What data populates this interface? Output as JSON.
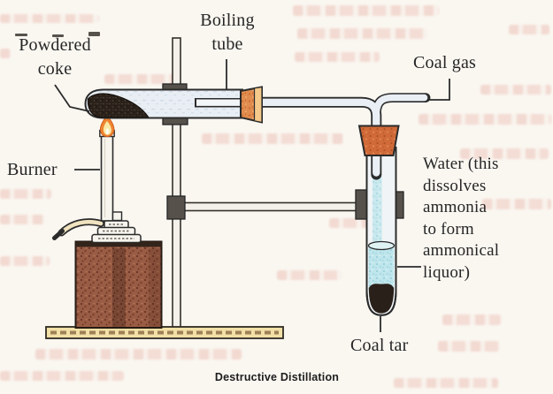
{
  "figure": {
    "caption": "Destructive Distillation"
  },
  "labels": {
    "powdered_coke": "Powdered\ncoke",
    "boiling_tube": "Boiling\ntube",
    "coal_gas": "Coal gas",
    "burner": "Burner",
    "water_note": "Water (this\ndissolves\nammonia\nto form\nammonical\nliquor)",
    "coal_tar": "Coal tar"
  },
  "colors": {
    "ink": "#2b2b2b",
    "paper": "#faf7f1",
    "bleedthrough_pink": "#dd8a7c",
    "cork": "#e18b4e",
    "cork_highlight": "#f4c98a",
    "stopper": "#d06a38",
    "flame_outer": "#ef8532",
    "flame_inner": "#f9e9a6",
    "coke": "#2a211a",
    "coal_tar_black": "#292019",
    "water": "#bfe6ec",
    "glass": "#e8eef4",
    "brick": "#9a5c44",
    "wood_base": "#f2e0a6",
    "clamp": "#56514b"
  }
}
